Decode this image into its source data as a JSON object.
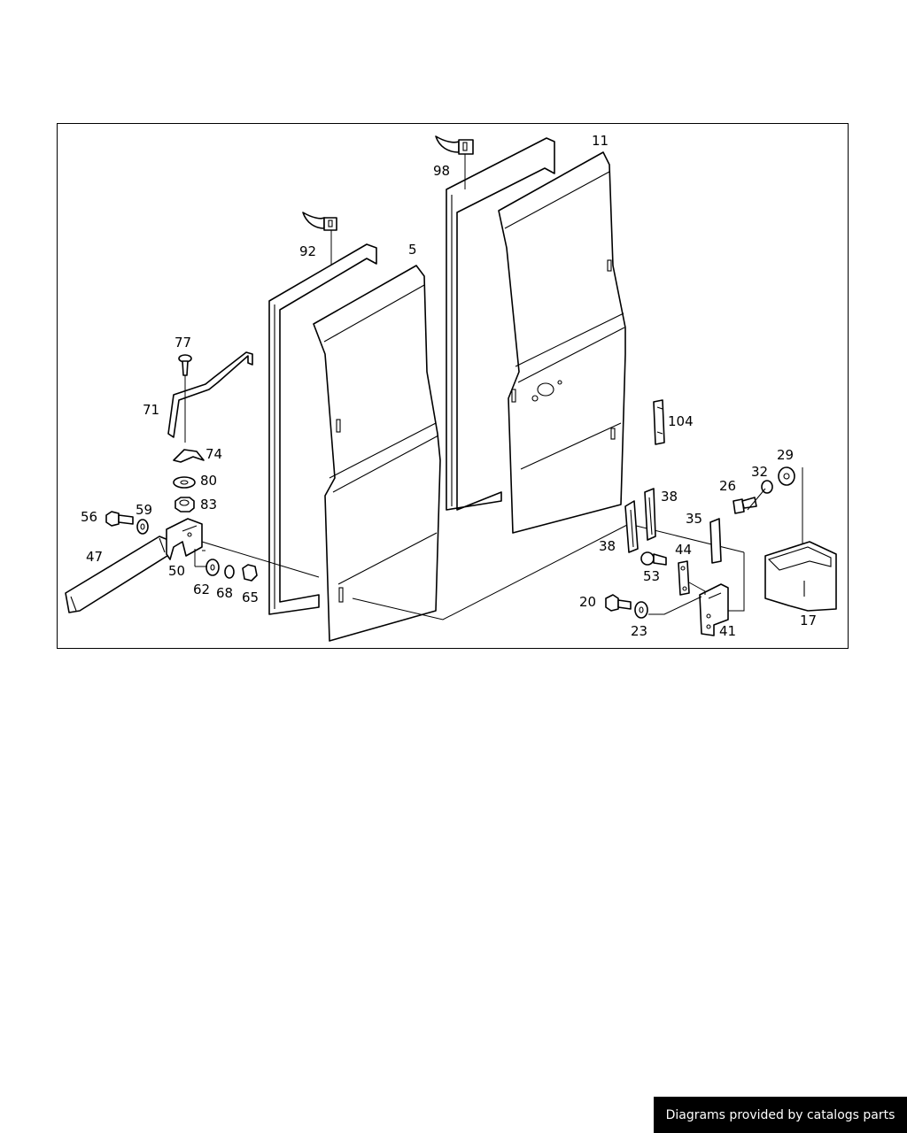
{
  "diagram": {
    "callouts": [
      {
        "id": "11",
        "label": "11"
      },
      {
        "id": "98",
        "label": "98"
      },
      {
        "id": "92",
        "label": "92"
      },
      {
        "id": "5",
        "label": "5"
      },
      {
        "id": "77",
        "label": "77"
      },
      {
        "id": "71",
        "label": "71"
      },
      {
        "id": "74",
        "label": "74"
      },
      {
        "id": "80",
        "label": "80"
      },
      {
        "id": "83",
        "label": "83"
      },
      {
        "id": "56",
        "label": "56"
      },
      {
        "id": "59",
        "label": "59"
      },
      {
        "id": "47",
        "label": "47"
      },
      {
        "id": "50",
        "label": "50"
      },
      {
        "id": "62",
        "label": "62"
      },
      {
        "id": "68",
        "label": "68"
      },
      {
        "id": "65",
        "label": "65"
      },
      {
        "id": "104",
        "label": "104"
      },
      {
        "id": "38a",
        "label": "38"
      },
      {
        "id": "38b",
        "label": "38"
      },
      {
        "id": "35",
        "label": "35"
      },
      {
        "id": "26",
        "label": "26"
      },
      {
        "id": "32",
        "label": "32"
      },
      {
        "id": "29",
        "label": "29"
      },
      {
        "id": "44",
        "label": "44"
      },
      {
        "id": "53",
        "label": "53"
      },
      {
        "id": "20",
        "label": "20"
      },
      {
        "id": "23",
        "label": "23"
      },
      {
        "id": "41",
        "label": "41"
      },
      {
        "id": "17",
        "label": "17"
      }
    ]
  },
  "footer": {
    "text": "Diagrams provided by catalogs parts"
  }
}
